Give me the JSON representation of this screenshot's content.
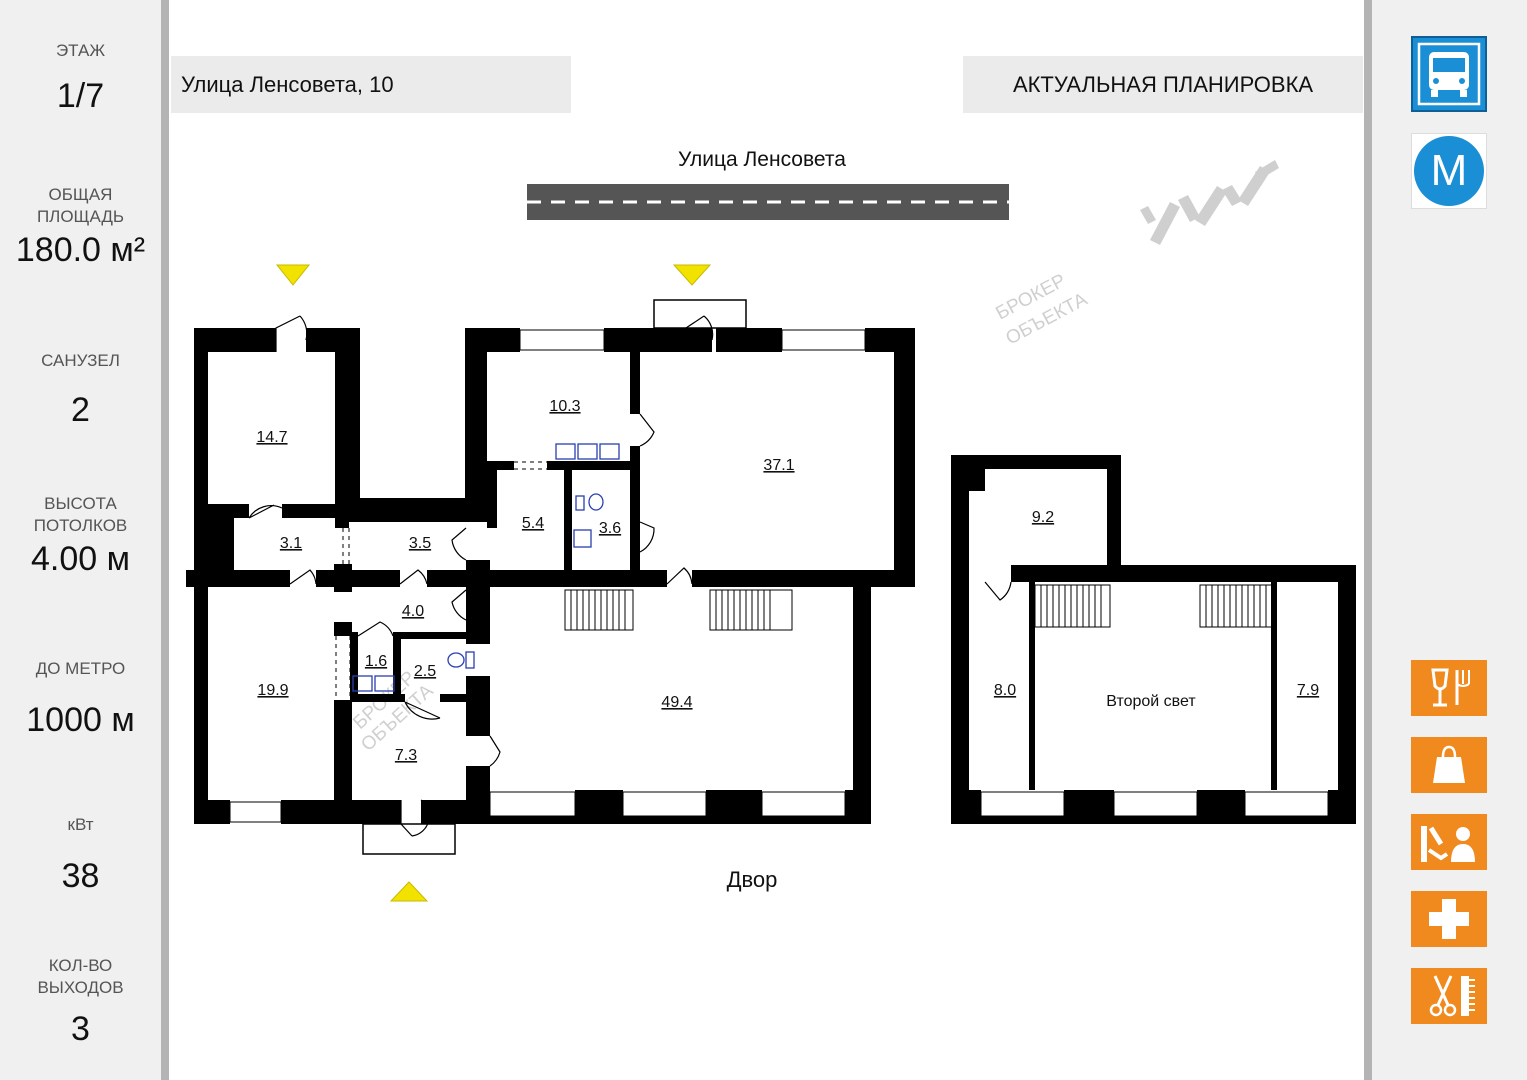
{
  "sidebar": {
    "stats": [
      {
        "label": "ЭТАЖ",
        "value": "1/7"
      },
      {
        "label": "ОБЩАЯ ПЛОЩАДЬ",
        "value": "180.0 м²"
      },
      {
        "label": "САНУЗЕЛ",
        "value": "2"
      },
      {
        "label": "ВЫСОТА ПОТОЛКОВ",
        "value": "4.00 м"
      },
      {
        "label": "ДО МЕТРО",
        "value": "1000 м"
      },
      {
        "label": "кВт",
        "value": "38"
      },
      {
        "label": "КОЛ-ВО ВЫХОДОВ",
        "value": "3"
      }
    ]
  },
  "header": {
    "address": "Улица Ленсовета, 10",
    "plan_title": "АКТУАЛЬНАЯ ПЛАНИРОВКА"
  },
  "plan": {
    "street_label": "Улица Ленсовета",
    "yard_label": "Двор",
    "second_light_label": "Второй свет",
    "watermark_line1": "БРОКЕР",
    "watermark_line2": "ОБЪЕКТА",
    "rooms": {
      "r14_7": "14.7",
      "r10_3": "10.3",
      "r37_1": "37.1",
      "r5_4": "5.4",
      "r3_6": "3.6",
      "r3_1": "3.1",
      "r3_5": "3.5",
      "r4_0": "4.0",
      "r1_6": "1.6",
      "r2_5": "2.5",
      "r19_9": "19.9",
      "r7_3": "7.3",
      "r49_4": "49.4",
      "r9_2": "9.2",
      "r8_0": "8.0",
      "r7_9": "7.9"
    }
  },
  "amenities": {
    "transport": [
      "bus-icon",
      "metro-icon"
    ],
    "metro_letter": "M",
    "services": [
      "restaurant-icon",
      "shopping-icon",
      "beauty-salon-icon",
      "pharmacy-icon",
      "barber-icon"
    ]
  },
  "colors": {
    "accent_orange": "#f08a1e",
    "transport_blue": "#1a8fd6",
    "entrance_yellow": "#f2e200",
    "wall": "#000000",
    "panel_gray": "#f0f0f0"
  }
}
